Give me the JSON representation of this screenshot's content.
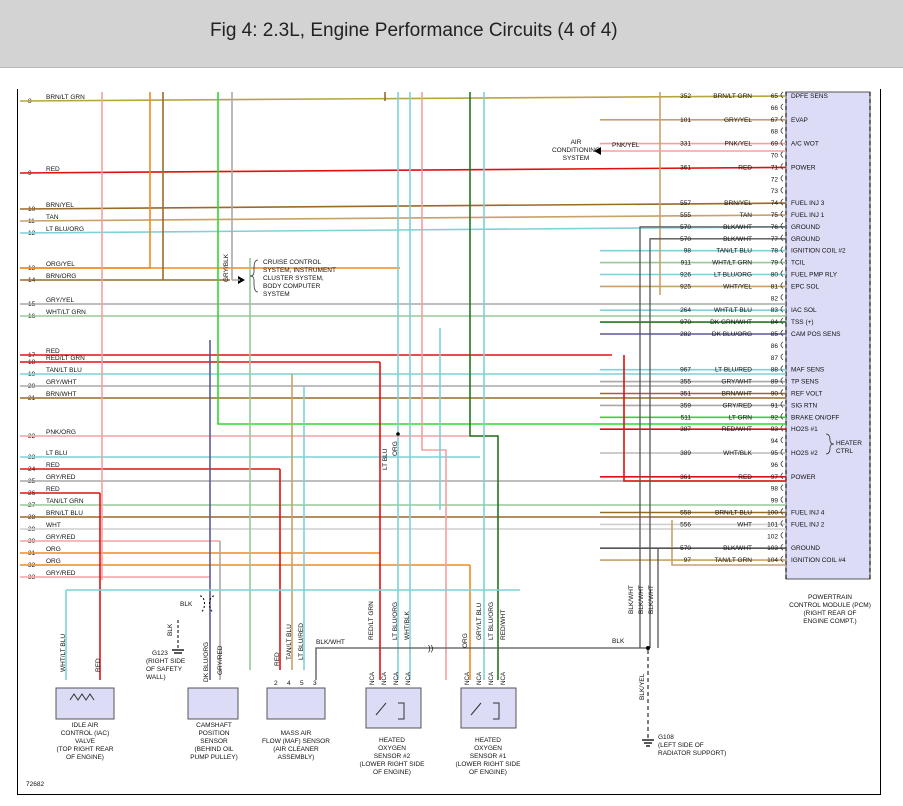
{
  "header": {
    "title": "Fig 4: 2.3L, Engine Performance Circuits (4 of 4)"
  },
  "figure_number": "72682",
  "left_rows": [
    {
      "n": "8",
      "label": "BRN/LT GRN"
    },
    {
      "n": "9",
      "label": "RED"
    },
    {
      "n": "10",
      "label": "BRN/YEL"
    },
    {
      "n": "11",
      "label": "TAN"
    },
    {
      "n": "12",
      "label": "LT BLU/ORG"
    },
    {
      "n": "13",
      "label": "ORG/YEL"
    },
    {
      "n": "14",
      "label": "BRN/ORG"
    },
    {
      "n": "15",
      "label": "GRY/YEL"
    },
    {
      "n": "16",
      "label": "WHT/LT GRN"
    },
    {
      "n": "17",
      "label": "RED"
    },
    {
      "n": "18",
      "label": "RED/LT GRN"
    },
    {
      "n": "19",
      "label": "TAN/LT BLU"
    },
    {
      "n": "20",
      "label": "GRY/WHT"
    },
    {
      "n": "21",
      "label": "BRN/WHT"
    },
    {
      "n": "22",
      "label": "PNK/ORG"
    },
    {
      "n": "23",
      "label": "LT BLU"
    },
    {
      "n": "24",
      "label": "RED"
    },
    {
      "n": "25",
      "label": "GRY/RED"
    },
    {
      "n": "26",
      "label": "RED"
    },
    {
      "n": "27",
      "label": "TAN/LT GRN"
    },
    {
      "n": "28",
      "label": "BRN/LT BLU"
    },
    {
      "n": "29",
      "label": "WHT"
    },
    {
      "n": "30",
      "label": "GRY/RED"
    },
    {
      "n": "31",
      "label": "ORG"
    },
    {
      "n": "32",
      "label": "ORG"
    },
    {
      "n": "33",
      "label": "GRY/RED"
    }
  ],
  "pcm_pins": [
    {
      "pin": "65",
      "circuit": "352",
      "wire": "BRN/LT GRN",
      "func": "DPFE SENS"
    },
    {
      "pin": "66",
      "circuit": "",
      "wire": "",
      "func": ""
    },
    {
      "pin": "67",
      "circuit": "101",
      "wire": "GRY/YEL",
      "func": "EVAP"
    },
    {
      "pin": "68",
      "circuit": "",
      "wire": "",
      "func": ""
    },
    {
      "pin": "69",
      "circuit": "331",
      "wire": "PNK/YEL",
      "func": "A/C WOT"
    },
    {
      "pin": "70",
      "circuit": "",
      "wire": "",
      "func": ""
    },
    {
      "pin": "71",
      "circuit": "361",
      "wire": "RED",
      "func": "POWER"
    },
    {
      "pin": "72",
      "circuit": "",
      "wire": "",
      "func": ""
    },
    {
      "pin": "73",
      "circuit": "",
      "wire": "",
      "func": ""
    },
    {
      "pin": "74",
      "circuit": "557",
      "wire": "BRN/YEL",
      "func": "FUEL INJ 3"
    },
    {
      "pin": "75",
      "circuit": "555",
      "wire": "TAN",
      "func": "FUEL INJ 1"
    },
    {
      "pin": "76",
      "circuit": "570",
      "wire": "BLK/WHT",
      "func": "GROUND"
    },
    {
      "pin": "77",
      "circuit": "570",
      "wire": "BLK/WHT",
      "func": "GROUND"
    },
    {
      "pin": "78",
      "circuit": "98",
      "wire": "TAN/LT BLU",
      "func": "IGNITION COIL #2"
    },
    {
      "pin": "79",
      "circuit": "911",
      "wire": "WHT/LT GRN",
      "func": "TCIL"
    },
    {
      "pin": "80",
      "circuit": "926",
      "wire": "LT BLU/ORG",
      "func": "FUEL PMP RLY"
    },
    {
      "pin": "81",
      "circuit": "925",
      "wire": "WHT/YEL",
      "func": "EPC SOL"
    },
    {
      "pin": "82",
      "circuit": "",
      "wire": "",
      "func": ""
    },
    {
      "pin": "83",
      "circuit": "264",
      "wire": "WHT/LT BLU",
      "func": "IAC SOL"
    },
    {
      "pin": "84",
      "circuit": "970",
      "wire": "DK GRN/WHT",
      "func": "TSS (+)"
    },
    {
      "pin": "85",
      "circuit": "282",
      "wire": "DK BLU/ORG",
      "func": "CAM POS SENS"
    },
    {
      "pin": "86",
      "circuit": "",
      "wire": "",
      "func": ""
    },
    {
      "pin": "87",
      "circuit": "",
      "wire": "",
      "func": ""
    },
    {
      "pin": "88",
      "circuit": "967",
      "wire": "LT BLU/RED",
      "func": "MAF SENS"
    },
    {
      "pin": "89",
      "circuit": "355",
      "wire": "GRY/WHT",
      "func": "TP SENS"
    },
    {
      "pin": "90",
      "circuit": "351",
      "wire": "BRN/WHT",
      "func": "REF VOLT"
    },
    {
      "pin": "91",
      "circuit": "359",
      "wire": "GRY/RED",
      "func": "SIG RTN"
    },
    {
      "pin": "92",
      "circuit": "511",
      "wire": "LT GRN",
      "func": "BRAKE ON/OFF"
    },
    {
      "pin": "93",
      "circuit": "387",
      "wire": "RED/WHT",
      "func": "HO2S #1"
    },
    {
      "pin": "94",
      "circuit": "",
      "wire": "",
      "func": ""
    },
    {
      "pin": "95",
      "circuit": "389",
      "wire": "WHT/BLK",
      "func": "HO2S #2"
    },
    {
      "pin": "96",
      "circuit": "",
      "wire": "",
      "func": ""
    },
    {
      "pin": "97",
      "circuit": "361",
      "wire": "RED",
      "func": "POWER"
    },
    {
      "pin": "98",
      "circuit": "",
      "wire": "",
      "func": ""
    },
    {
      "pin": "99",
      "circuit": "",
      "wire": "",
      "func": ""
    },
    {
      "pin": "100",
      "circuit": "558",
      "wire": "BRN/LT BLU",
      "func": "FUEL INJ 4"
    },
    {
      "pin": "101",
      "circuit": "556",
      "wire": "WHT",
      "func": "FUEL INJ 2"
    },
    {
      "pin": "102",
      "circuit": "",
      "wire": "",
      "func": ""
    },
    {
      "pin": "103",
      "circuit": "570",
      "wire": "BLK/WHT",
      "func": "GROUND"
    },
    {
      "pin": "104",
      "circuit": "97",
      "wire": "TAN/LT GRN",
      "func": "IGNITION COIL #4"
    }
  ],
  "heater_ctrl": [
    "HEATER",
    "CTRL"
  ],
  "pcm_label": [
    "POWERTRAIN",
    "CONTROL MODULE (PCM)",
    "(RIGHT REAR OF",
    "ENGINE COMPT.)"
  ],
  "ac_system": {
    "label": [
      "AIR",
      "CONDITIONING",
      "SYSTEM"
    ],
    "wire": "PNK/YEL"
  },
  "cruise_system": {
    "label": [
      "CRUISE CONTROL",
      "SYSTEM, INSTRUMENT",
      "CLUSTER SYSTEM,",
      "BODY COMPUTER",
      "SYSTEM"
    ],
    "wire": "GRY/BLK"
  },
  "mid_vertical_labels": [
    "LT BLU",
    "ORG"
  ],
  "blk_vertical_labels": [
    "BLK/WHT",
    "BLK/WHT",
    "BLK/WHT"
  ],
  "blkyel_label": "BLK/YEL",
  "blk_label": "BLK",
  "blk_wht_label": "BLK/WHT",
  "g123": {
    "blk": "BLK",
    "label": [
      "G123",
      "(RIGHT SIDE",
      "OF SAFETY",
      "WALL)"
    ]
  },
  "g108": {
    "label": [
      "G108",
      "(LEFT SIDE OF",
      "RADIATOR SUPPORT)"
    ]
  },
  "components": {
    "iac": {
      "wires": [
        "WHT/LT BLU",
        "RED"
      ],
      "label": [
        "IDLE AIR",
        "CONTROL (IAC)",
        "VALVE",
        "(TOP RIGHT REAR",
        "OF ENGINE)"
      ]
    },
    "cmp": {
      "wires": [
        "DK BLU/ORG",
        "GRY/RED"
      ],
      "label": [
        "CAMSHAFT",
        "POSITION",
        "SENSOR",
        "(BEHIND OIL",
        "PUMP PULLEY)"
      ]
    },
    "maf": {
      "wires": [
        "RED",
        "TAN/LT BLU",
        "LT BLU/RED"
      ],
      "pins": [
        "2",
        "4",
        "5",
        "3"
      ],
      "label": [
        "MASS AIR",
        "FLOW (MAF) SENSOR",
        "(AIR CLEANER",
        "ASSEMBLY)"
      ]
    },
    "ho2s2": {
      "wires": [
        "RED/LT GRN",
        "LT BLU/ORG",
        "WHT/BLK"
      ],
      "nca": [
        "NCA",
        "NCA",
        "NCA",
        "NCA"
      ],
      "label": [
        "HEATED",
        "OXYGEN",
        "SENSOR #2",
        "(LOWER RIGHT SIDE",
        "OF ENGINE)"
      ]
    },
    "ho2s1": {
      "wires": [
        "ORG",
        "GRY/LT BLU",
        "LT BLU/ORG",
        "RED/WHT"
      ],
      "nca": [
        "NCA",
        "NCA",
        "NCA",
        "NCA"
      ],
      "label": [
        "HEATED",
        "OXYGEN",
        "SENSOR #1",
        "(LOWER RIGHT SIDE",
        "OF ENGINE)"
      ]
    }
  },
  "colors": {
    "brn_lt_grn": "#b5a642",
    "red": "#e01010",
    "brn": "#9a6a2a",
    "tan": "#c8a06a",
    "lt_blu": "#7fd0d8",
    "org": "#f08a1c",
    "gry": "#a8a8a8",
    "wht_grn": "#98c898",
    "pnk": "#f4a0a0",
    "blk": "#555555",
    "lt_grn": "#30d830",
    "dk_grn": "#207820",
    "dk_blu": "#5a5a9a",
    "pcm_fill": "#dcdcf6"
  }
}
